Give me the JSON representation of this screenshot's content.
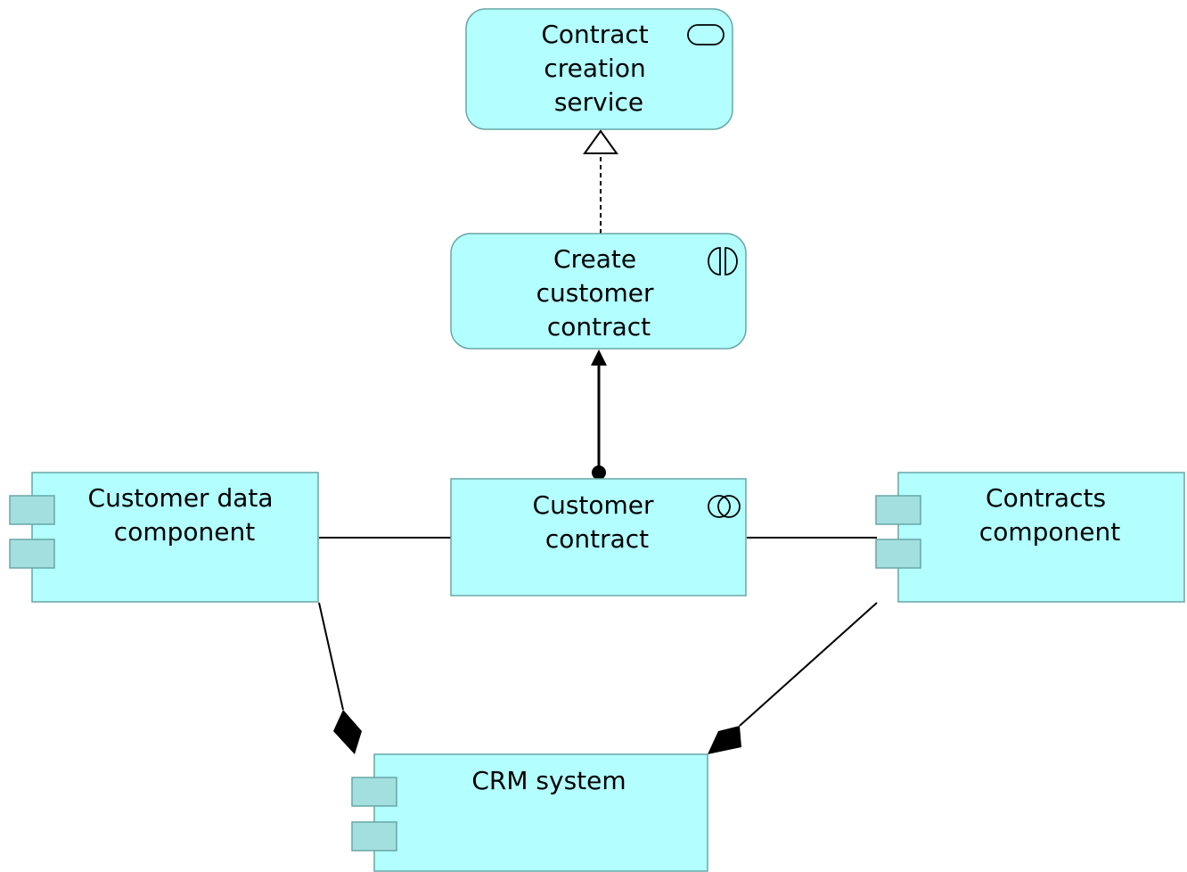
{
  "colors": {
    "fill": "#b3ffff",
    "stroke": "#68a6a6",
    "port_fill": "#a4dfdf",
    "line": "#000000"
  },
  "nodes": {
    "contract_creation_service": {
      "type": "application-service",
      "icon": "service-icon",
      "lines": [
        "Contract",
        "creation",
        "service"
      ]
    },
    "create_customer_contract": {
      "type": "application-interaction",
      "icon": "interaction-icon",
      "lines": [
        "Create",
        "customer",
        "contract"
      ]
    },
    "customer_contract": {
      "type": "application-collaboration",
      "icon": "collaboration-icon",
      "lines": [
        "Customer",
        "contract"
      ]
    },
    "customer_data_component": {
      "type": "application-component",
      "icon": "component-icon",
      "lines": [
        "Customer data",
        "component"
      ]
    },
    "contracts_component": {
      "type": "application-component",
      "icon": "component-icon",
      "lines": [
        "Contracts",
        "component"
      ]
    },
    "crm_system": {
      "type": "application-component",
      "icon": "component-icon",
      "lines": [
        "CRM system"
      ]
    }
  },
  "relations": [
    {
      "name": "realization",
      "from": "create_customer_contract",
      "to": "contract_creation_service"
    },
    {
      "name": "assignment",
      "from": "customer_contract",
      "to": "create_customer_contract"
    },
    {
      "name": "association",
      "from": "customer_data_component",
      "to": "customer_contract"
    },
    {
      "name": "association",
      "from": "customer_contract",
      "to": "contracts_component"
    },
    {
      "name": "composition",
      "from": "crm_system",
      "to": "customer_data_component"
    },
    {
      "name": "composition",
      "from": "crm_system",
      "to": "contracts_component"
    }
  ]
}
